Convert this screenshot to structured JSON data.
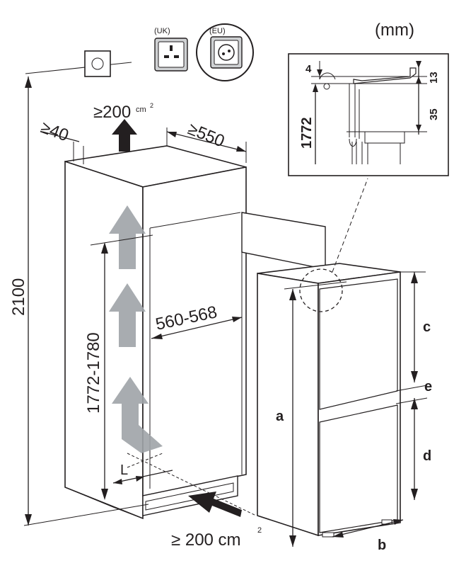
{
  "units": "(mm)",
  "sockets": {
    "uk_label": "(UK)",
    "eu_label": "(EU)"
  },
  "niche": {
    "overall_height": "2100",
    "rear_gap": "≥40",
    "depth": "≥550",
    "top_vent_prefix": "≥200",
    "top_vent_unit": "cm",
    "top_vent_sup": "2",
    "height_range": "1772-1780",
    "width_range": "560-568",
    "plinth_label": "L",
    "bottom_vent_text": "≥ 200 cm",
    "bottom_vent_sup": "2"
  },
  "detail": {
    "height": "1772",
    "dim_top": "4",
    "dim_13": "13",
    "dim_35": "35"
  },
  "appliance_labels": {
    "a": "a",
    "b": "b",
    "c": "c",
    "d": "d",
    "e": "e"
  },
  "colors": {
    "line": "#231f20",
    "arrow_fill": "#231f20",
    "airflow": "#9fa3a7"
  }
}
